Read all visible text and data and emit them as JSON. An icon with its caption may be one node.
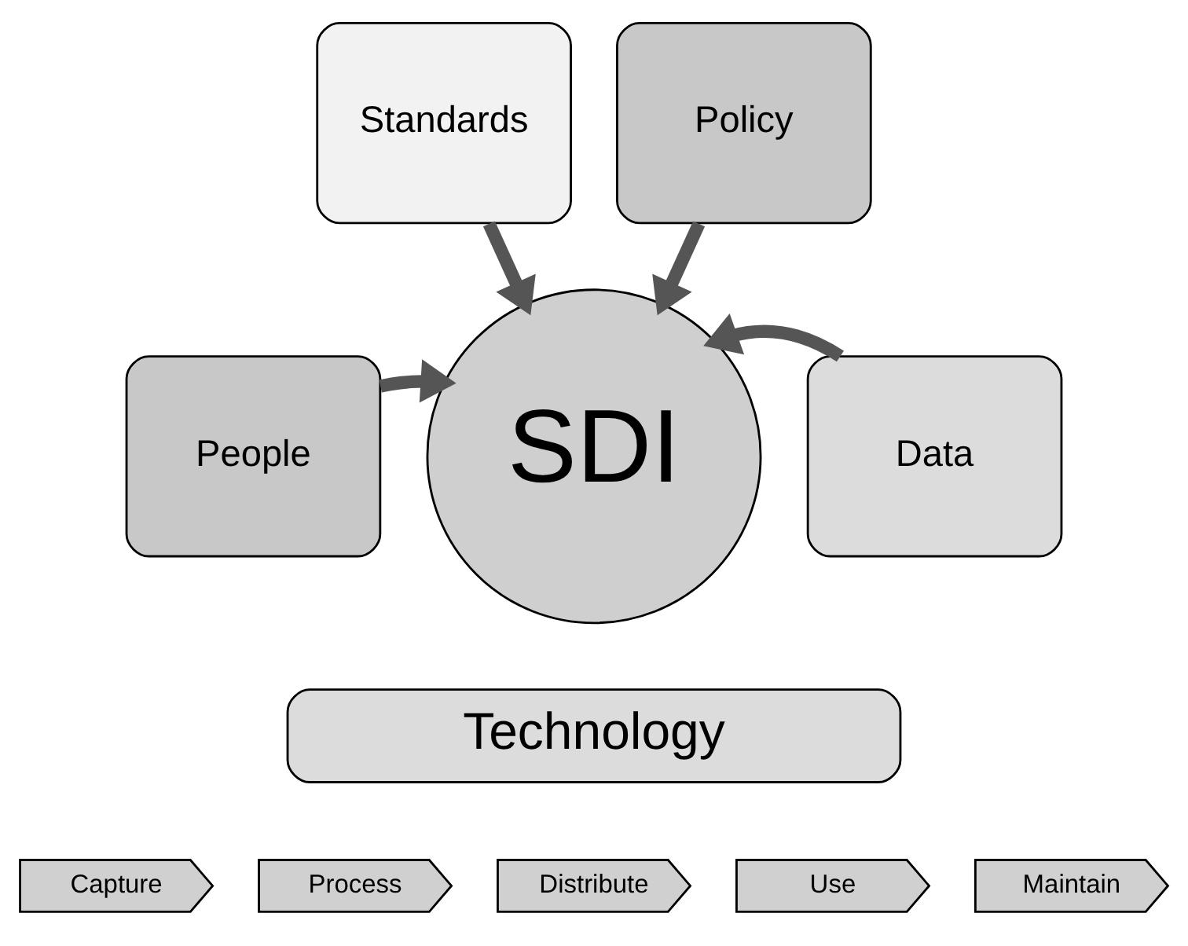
{
  "diagram": {
    "nodes": [
      {
        "text": [
          "Standards"
        ]
      },
      {
        "text": [
          "Policy"
        ]
      },
      {
        "text": [
          "People"
        ]
      },
      {
        "text": [
          "SDI"
        ]
      },
      {
        "text": [
          "Data"
        ]
      },
      {
        "text": [
          "Technology"
        ]
      },
      {
        "text": [
          "Capture"
        ]
      },
      {
        "text": [
          "Process"
        ]
      },
      {
        "text": [
          "Distribute"
        ]
      },
      {
        "text": [
          "Use"
        ]
      },
      {
        "text": [
          "Maintain"
        ]
      }
    ],
    "edges": [
      {
        "from": 0,
        "to": 3,
        "arrow": "to"
      },
      {
        "from": 1,
        "to": 3,
        "arrow": "to"
      },
      {
        "from": 2,
        "to": 3,
        "arrow": "to"
      },
      {
        "from": 4,
        "to": 3,
        "arrow": "to"
      }
    ]
  }
}
